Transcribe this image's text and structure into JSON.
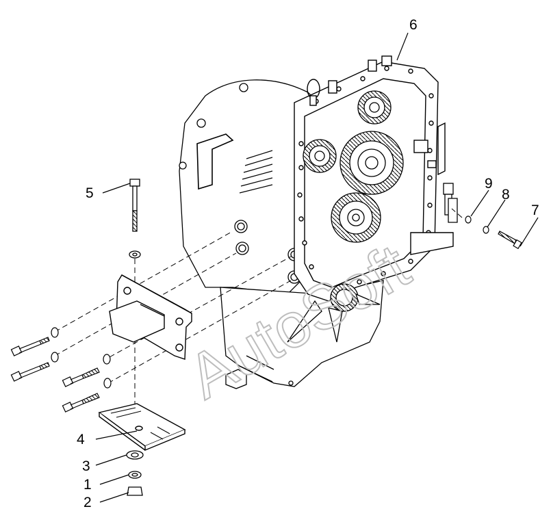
{
  "diagram": {
    "callouts": [
      {
        "id": "c1",
        "label": "1"
      },
      {
        "id": "c2",
        "label": "2"
      },
      {
        "id": "c3",
        "label": "3"
      },
      {
        "id": "c4",
        "label": "4"
      },
      {
        "id": "c5",
        "label": "5"
      },
      {
        "id": "c6",
        "label": "6"
      },
      {
        "id": "c7",
        "label": "7"
      },
      {
        "id": "c8",
        "label": "8"
      },
      {
        "id": "c9",
        "label": "9"
      }
    ],
    "watermark": "AutoSoft"
  },
  "colors": {
    "line": "#000000",
    "background": "#ffffff",
    "watermark": "#c8c8c8"
  }
}
